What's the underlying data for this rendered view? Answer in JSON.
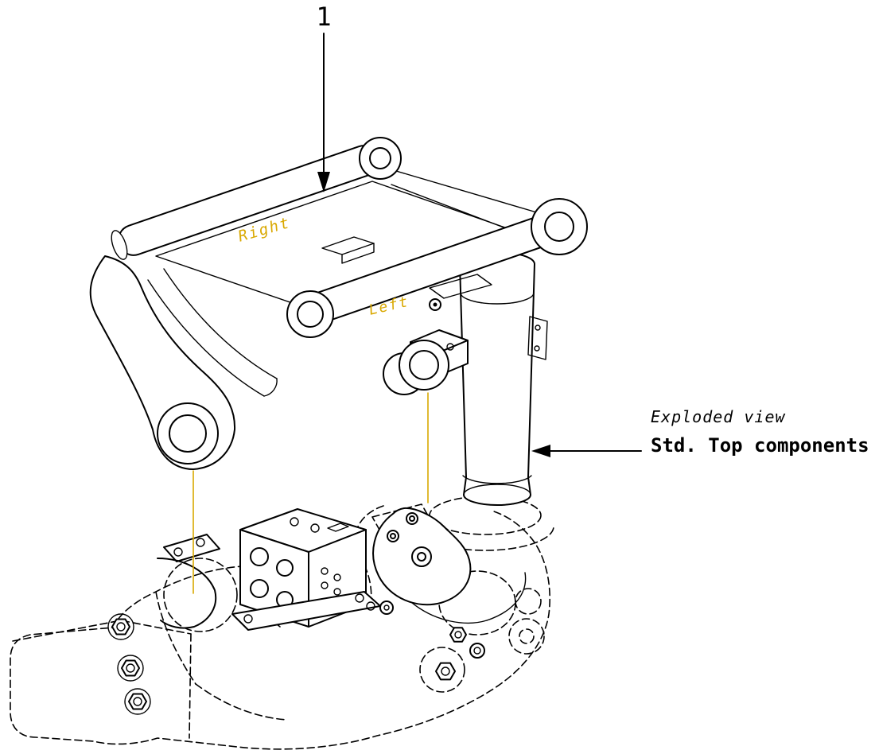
{
  "diagram": {
    "item_number": "1",
    "labels": {
      "right": "Right",
      "left": "Left"
    },
    "callout": {
      "line1": "Exploded view",
      "line2": "Std. Top components"
    },
    "colors": {
      "line": "#000000",
      "accent_yellow": "#d9a800",
      "background": "#ffffff"
    }
  }
}
